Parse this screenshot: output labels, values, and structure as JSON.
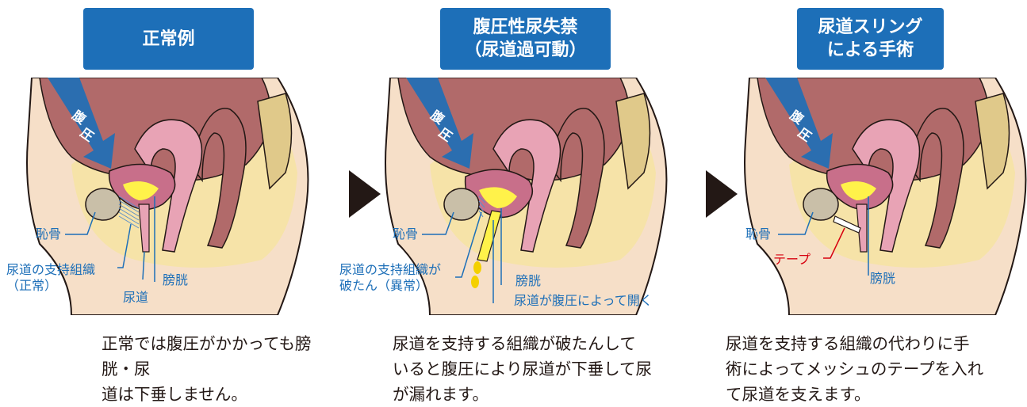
{
  "colors": {
    "title_bg": "#1d6fb8",
    "label_blue": "#1d6fb8",
    "label_red": "#d7000f",
    "skin": "#f6dfc8",
    "fat": "#f6e3a8",
    "organ_dark": "#b16a6a",
    "organ_pink": "#e8a3b5",
    "urine": "#fff24a"
  },
  "panels": [
    {
      "title": "正常例",
      "pressure_label": [
        "腹",
        "圧"
      ],
      "labels": {
        "pubic": "恥骨",
        "support": "尿道の支持組織\n（正常）",
        "bladder": "膀胱",
        "urethra": "尿道"
      },
      "caption": "正常では腹圧がかかっても膀胱・尿\n道は下垂しません。"
    },
    {
      "title": "腹圧性尿失禁\n（尿道過可動）",
      "pressure_label": [
        "腹",
        "圧"
      ],
      "labels": {
        "pubic": "恥骨",
        "support": "尿道の支持組織が\n破たん（異常）",
        "bladder": "膀胱",
        "urethra": "尿道が腹圧によって開く"
      },
      "caption": "尿道を支持する組織が破たんして\nいると腹圧により尿道が下垂して尿\nが漏れます。"
    },
    {
      "title": "尿道スリング\nによる手術",
      "pressure_label": [
        "腹",
        "圧"
      ],
      "labels": {
        "pubic": "恥骨",
        "tape": "テープ",
        "bladder": "膀胱"
      },
      "caption": "尿道を支持する組織の代わりに手\n術によってメッシュのテープを入れ\nて尿道を支えます。"
    }
  ]
}
